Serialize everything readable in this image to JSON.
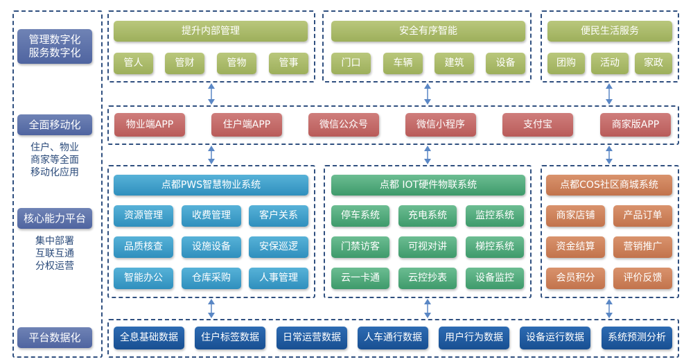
{
  "sidebar": {
    "sections": [
      {
        "title": "管理数字化\n服务数字化",
        "desc": ""
      },
      {
        "title": "全面移动化",
        "desc": "住户、物业\n商家等全面\n移动化应用"
      },
      {
        "title": "核心能力平台",
        "desc": "集中部署\n互联互通\n分权运营"
      },
      {
        "title": "平台数据化",
        "desc": ""
      }
    ]
  },
  "top_layer": {
    "groups": [
      {
        "header": "提升内部管理",
        "items": [
          "管人",
          "管财",
          "管物",
          "管事"
        ]
      },
      {
        "header": "安全有序智能",
        "items": [
          "门口",
          "车辆",
          "建筑",
          "设备"
        ]
      },
      {
        "header": "便民生活服务",
        "items": [
          "团购",
          "活动",
          "家政"
        ]
      }
    ]
  },
  "mobile_layer": {
    "items": [
      "物业端APP",
      "住户端APP",
      "微信公众号",
      "微信小程序",
      "支付宝",
      "商家版APP"
    ]
  },
  "core_layer": {
    "groups": [
      {
        "header": "点都PWS智慧物业系统",
        "items": [
          "资源管理",
          "收费管理",
          "客户关系",
          "品质核查",
          "设施设备",
          "安保巡逻",
          "智能办公",
          "仓库采购",
          "人事管理"
        ]
      },
      {
        "header": "点都 IOT硬件物联系统",
        "items": [
          "停车系统",
          "充电系统",
          "监控系统",
          "门禁访客",
          "可视对讲",
          "梯控系统",
          "云一卡通",
          "云控抄表",
          "设备监控"
        ]
      },
      {
        "header": "点都COS社区商城系统",
        "items": [
          "商家店铺",
          "产品订单",
          "资金结算",
          "营销推广",
          "会员积分",
          "评价反馈"
        ]
      }
    ]
  },
  "data_layer": {
    "items": [
      "全息基础数据",
      "住户标签数据",
      "日常运营数据",
      "人车通行数据",
      "用户行为数据",
      "设备运行数据",
      "系统预测分析"
    ]
  },
  "colors": {
    "dashed_border": "#2f4f7f",
    "arrow": "#5a87c5",
    "olive": "#a8b86a",
    "red": "#c46a68",
    "blue": "#3d9fcb",
    "green": "#52a97c",
    "tan": "#cc825c",
    "navy": "#1f5aa0",
    "slate": "#5b6fa8"
  }
}
